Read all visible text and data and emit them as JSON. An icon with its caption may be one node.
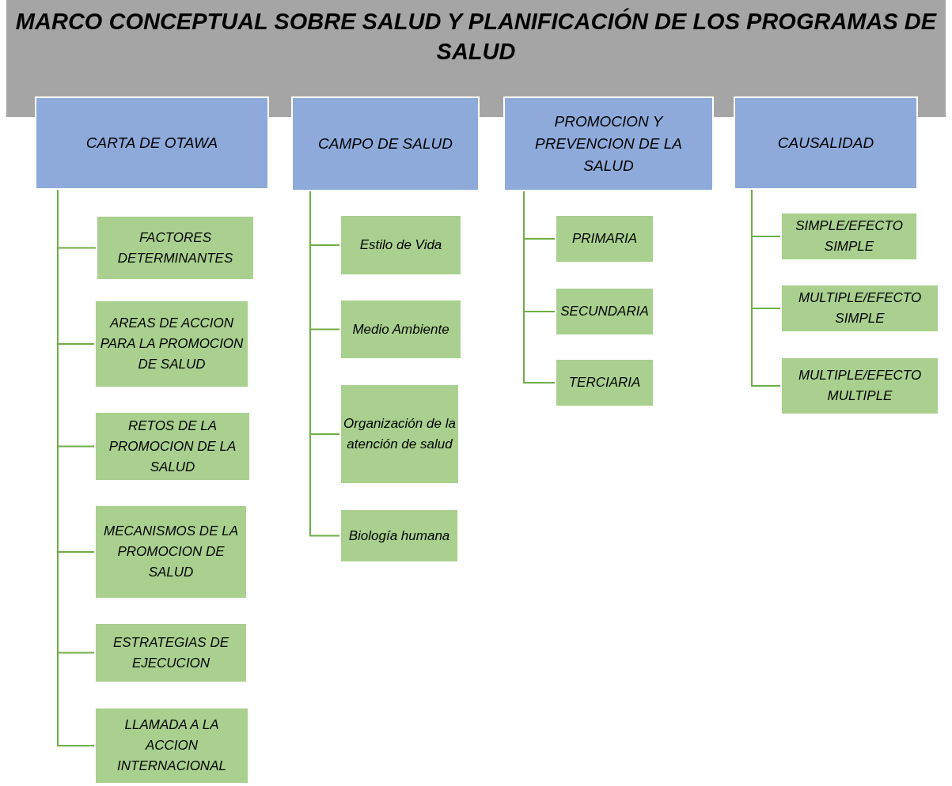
{
  "diagram": {
    "nodes": [
      {
        "text": [
          "MARCO CONCEPTUAL SOBRE SALUD Y PLANIFICACIÓN DE LOS PROGRAMAS DE SALUD"
        ]
      },
      {
        "text": [
          "CARTA DE OTAWA"
        ]
      },
      {
        "text": [
          "FACTORES DETERMINANTES"
        ]
      },
      {
        "text": [
          "AREAS DE ACCION PARA LA PROMOCION DE SALUD"
        ]
      },
      {
        "text": [
          "RETOS DE LA PROMOCION DE LA SALUD"
        ]
      },
      {
        "text": [
          "MECANISMOS DE LA PROMOCION DE SALUD"
        ]
      },
      {
        "text": [
          "ESTRATEGIAS DE EJECUCION"
        ]
      },
      {
        "text": [
          "LLAMADA A LA ACCION INTERNACIONAL"
        ]
      },
      {
        "text": [
          "CAMPO DE SALUD"
        ]
      },
      {
        "text": [
          "Estilo de Vida"
        ]
      },
      {
        "text": [
          "Medio Ambiente"
        ]
      },
      {
        "text": [
          "Organización de la atención de salud"
        ]
      },
      {
        "text": [
          "Biología humana"
        ]
      },
      {
        "text": [
          "PROMOCION Y PREVENCION DE LA SALUD"
        ]
      },
      {
        "text": [
          "PRIMARIA"
        ]
      },
      {
        "text": [
          "SECUNDARIA"
        ]
      },
      {
        "text": [
          "TERCIARIA"
        ]
      },
      {
        "text": [
          "CAUSALIDAD"
        ]
      },
      {
        "text": [
          "SIMPLE/EFECTO SIMPLE"
        ]
      },
      {
        "text": [
          "MULTIPLE/EFECTO SIMPLE"
        ]
      },
      {
        "text": [
          "MULTIPLE/EFECTO MULTIPLE"
        ]
      }
    ],
    "edges": [
      {
        "from": 1,
        "to": 2,
        "arrow": "none"
      },
      {
        "from": 1,
        "to": 3,
        "arrow": "none"
      },
      {
        "from": 1,
        "to": 4,
        "arrow": "none"
      },
      {
        "from": 1,
        "to": 5,
        "arrow": "none"
      },
      {
        "from": 1,
        "to": 6,
        "arrow": "none"
      },
      {
        "from": 1,
        "to": 7,
        "arrow": "none"
      },
      {
        "from": 8,
        "to": 9,
        "arrow": "none"
      },
      {
        "from": 8,
        "to": 10,
        "arrow": "none"
      },
      {
        "from": 8,
        "to": 11,
        "arrow": "none"
      },
      {
        "from": 8,
        "to": 12,
        "arrow": "none"
      },
      {
        "from": 13,
        "to": 14,
        "arrow": "none"
      },
      {
        "from": 13,
        "to": 15,
        "arrow": "none"
      },
      {
        "from": 13,
        "to": 16,
        "arrow": "none"
      },
      {
        "from": 17,
        "to": 18,
        "arrow": "none"
      },
      {
        "from": 17,
        "to": 19,
        "arrow": "none"
      },
      {
        "from": 17,
        "to": 20,
        "arrow": "none"
      }
    ]
  }
}
